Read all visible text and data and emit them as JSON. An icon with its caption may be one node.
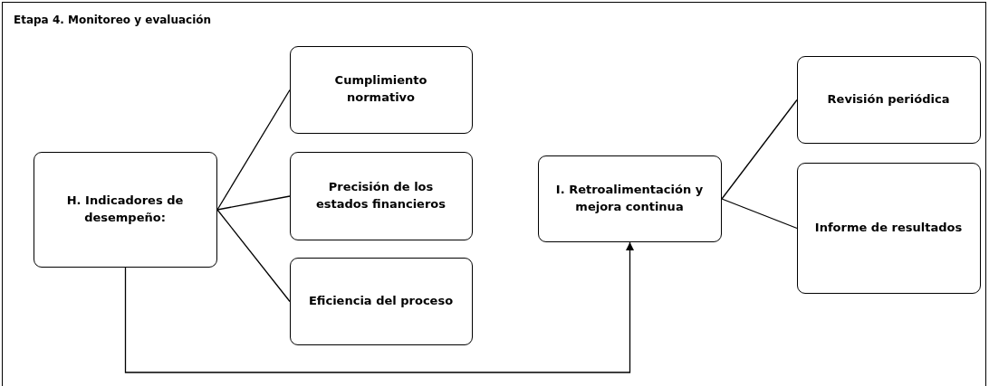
{
  "diagram": {
    "nodes": [
      {
        "text": [
          "Etapa 4. Monitoreo y evaluación"
        ]
      },
      {
        "text": [
          "H. Indicadores de desempeño:"
        ],
        "in": 0
      },
      {
        "text": [
          "Cumplimiento normativo"
        ],
        "in": 0
      },
      {
        "text": [
          "Precisión de los estados financieros"
        ],
        "in": 0
      },
      {
        "text": [
          "Eficiencia del proceso"
        ],
        "in": 0
      },
      {
        "text": [
          "I. Retroalimentación y mejora continua"
        ],
        "in": 0
      },
      {
        "text": [
          "Revisión periódica"
        ],
        "in": 0
      },
      {
        "text": [
          "Informe de resultados"
        ],
        "in": 0
      }
    ],
    "edges": [
      {
        "from": 1,
        "to": 2,
        "arrow": "none"
      },
      {
        "from": 1,
        "to": 3,
        "arrow": "none"
      },
      {
        "from": 1,
        "to": 4,
        "arrow": "none"
      },
      {
        "from": 1,
        "to": 5,
        "arrow": "to"
      },
      {
        "from": 5,
        "to": 6,
        "arrow": "none"
      },
      {
        "from": 5,
        "to": 7,
        "arrow": "none"
      }
    ]
  }
}
